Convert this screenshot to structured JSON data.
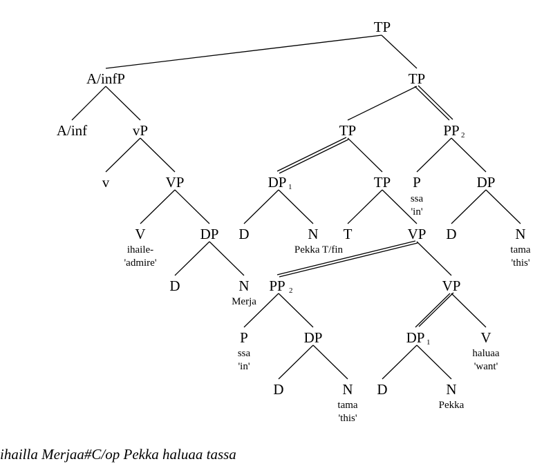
{
  "nodes": {
    "tp_root": "TP",
    "a_infp": "A/infP",
    "tp_2": "TP",
    "a_inf": "A/inf",
    "vp_small": "vP",
    "tp_3": "TP",
    "pp2_right": "PP",
    "pp2_right_sub": "2",
    "v_small": "v",
    "vp_left": "VP",
    "dp1_left": "DP",
    "dp1_left_sub": "1",
    "tp_4": "TP",
    "p_right": "P",
    "dp_far_right": "DP",
    "v_admire": "V",
    "dp_merja": "DP",
    "d_pekka": "D",
    "n_pekka": "N",
    "t_fin": "T",
    "vp_mid": "VP",
    "d_far_right": "D",
    "n_far_right": "N",
    "d_merja": "D",
    "n_merja": "N",
    "pp2_lower": "PP",
    "pp2_lower_sub": "2",
    "vp_lower": "VP",
    "p_lower": "P",
    "dp_lower": "DP",
    "dp1_lower": "DP",
    "dp1_lower_sub": "1",
    "v_want": "V",
    "d_lower": "D",
    "n_lower": "N",
    "d_pekka2": "D",
    "n_pekka2": "N"
  },
  "glosses": {
    "ssa_right": "ssa",
    "in_right": "'in'",
    "ihaile": "ihaile-",
    "admire": "'admire'",
    "pekka_tfin": "Pekka T/fin",
    "tama_right": "tama",
    "this_right": "'this'",
    "merja": "Merja",
    "ssa_lower": "ssa",
    "in_lower": "'in'",
    "haluaa": "haluaa",
    "want": "'want'",
    "tama_lower": "tama",
    "this_lower": "'this'",
    "pekka_lower": "Pekka"
  },
  "caption": "ihailla Merjaa#C/op Pekka haluaa tassa"
}
